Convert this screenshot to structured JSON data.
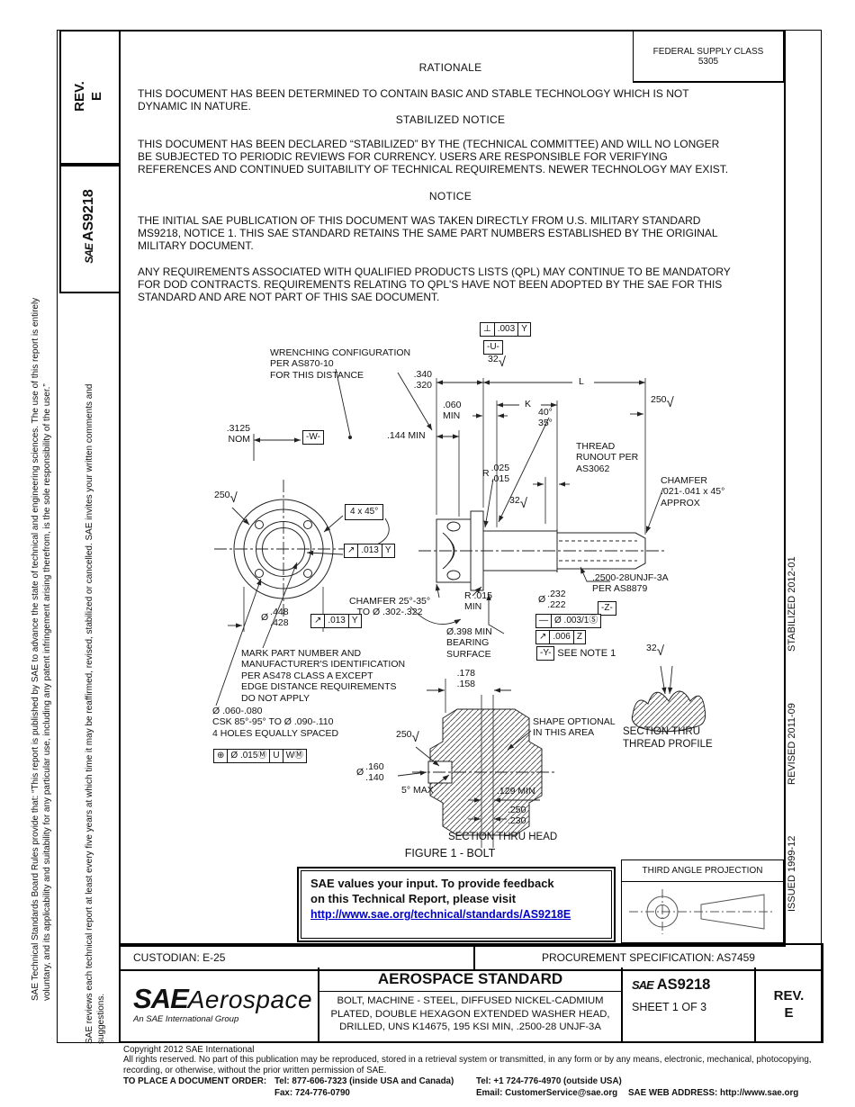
{
  "tabs": {
    "rev": "REV.\nE",
    "doc_logo": "SAE",
    "doc_number": "AS9218"
  },
  "federal_supply": {
    "title": "FEDERAL SUPPLY CLASS",
    "value": "5305"
  },
  "left_margin": {
    "para1": "SAE Technical Standards Board Rules provide that: “This report is published by SAE to advance the state of technical and engineering sciences. The use of this report is entirely\nvoluntary, and its applicability and suitability for any particular use, including any patent infringement arising therefrom, is the sole responsibility of the user.”",
    "para2": "SAE reviews each technical report at least every five years at which time it may be reaffirmed, revised, stabilized or cancelled. SAE invites your written comments and\nsuggestions."
  },
  "right_margin": {
    "stabilized": "STABILIZED 2012-01",
    "revised": "REVISED 2011-09",
    "issued": "ISSUED 1999-12"
  },
  "sections": {
    "rationale_heading": "RATIONALE",
    "rationale_body": "THIS DOCUMENT HAS BEEN DETERMINED TO CONTAIN BASIC AND STABLE TECHNOLOGY WHICH IS NOT\nDYNAMIC IN NATURE.",
    "stabilized_heading": "STABILIZED NOTICE",
    "stabilized_body": "THIS DOCUMENT HAS BEEN DECLARED “STABILIZED” BY THE (TECHNICAL COMMITTEE) AND WILL NO LONGER\nBE SUBJECTED TO PERIODIC REVIEWS FOR CURRENCY.  USERS ARE RESPONSIBLE FOR VERIFYING\nREFERENCES AND CONTINUED SUITABILITY OF TECHNICAL REQUIREMENTS.  NEWER TECHNOLOGY MAY EXIST.",
    "notice_heading": "NOTICE",
    "notice_body1": "THE INITIAL SAE PUBLICATION OF THIS DOCUMENT WAS TAKEN DIRECTLY FROM U.S. MILITARY STANDARD\nMS9218, NOTICE 1.  THIS SAE STANDARD RETAINS THE SAME PART NUMBERS ESTABLISHED BY THE ORIGINAL\nMILITARY DOCUMENT.",
    "notice_body2": "ANY REQUIREMENTS ASSOCIATED WITH QUALIFIED PRODUCTS LISTS (QPL) MAY CONTINUE TO BE MANDATORY\nFOR DOD CONTRACTS.  REQUIREMENTS RELATING TO QPL'S HAVE NOT BEEN ADOPTED BY THE SAE FOR THIS\nSTANDARD AND ARE NOT PART OF THIS SAE DOCUMENT."
  },
  "figure": {
    "caption": "FIGURE 1 - BOLT",
    "labels": {
      "wrenching": "WRENCHING CONFIGURATION\nPER AS870-10\nFOR THIS DISTANCE",
      "dim_340_320": ".340\n.320",
      "fcf_perp": {
        "sym": "⊥",
        "val": ".003",
        "datum": "Y"
      },
      "datum_u": "-U-",
      "sf_32": "32",
      "sf_250": "250",
      "dim_l": "L",
      "dim_060": ".060\nMIN",
      "dim_k": "K",
      "angle_40_35": "40°\n35°",
      "dim_144": ".144 MIN",
      "thread_runout": "THREAD\nRUNOUT PER\nAS3062",
      "r_head": {
        "sym": "R",
        "vals": ".025\n.015"
      },
      "chamfer_right": "CHAMFER\n.021-.041 x 45°\nAPPROX",
      "dim_3125": ".3125\nNOM",
      "datum_w": "-W-",
      "chamfer_4x45": "4 x 45°",
      "fcf_runout_small": {
        "sym": "↗",
        "val": ".013",
        "datum": "Y"
      },
      "dia_448": {
        "sym": "Ø",
        "vals": ".448\n.428"
      },
      "mark_note": "MARK PART NUMBER AND\nMANUFACTURER'S IDENTIFICATION\nPER AS478 CLASS A EXCEPT\nEDGE DISTANCE REQUIREMENTS\nDO NOT APPLY",
      "csk_note": "Ø .060-.080\nCSK 85°-95° TO Ø .090-.110\n4 HOLES EQUALLY SPACED",
      "fcf_position": {
        "sym": "⊕",
        "val": "Ø .015Ⓜ",
        "d1": "U",
        "d2": "WⓂ"
      },
      "chamfer_25_35": "CHAMFER 25°-35°\nTO Ø .302-.322",
      "r_015_min": "R .015\nMIN",
      "bearing": "Ø.398 MIN\nBEARING\nSURFACE",
      "thread_callout": ".2500-28UNJF-3A\nPER AS8879",
      "datum_z": "-Z-",
      "dia_232": {
        "sym": "Ø",
        "vals": ".232\n.222"
      },
      "fcf_straight": {
        "sym": "—",
        "val": "Ø .003/1Ⓢ"
      },
      "fcf_runout_006": {
        "sym": "↗",
        "val": ".006",
        "datum": "Z"
      },
      "datum_y": "-Y-",
      "see_note": "SEE NOTE 1",
      "dim_178": ".178\n.158",
      "shape_optional": "SHAPE OPTIONAL\nIN THIS AREA",
      "dia_160": {
        "sym": "Ø",
        "vals": ".160\n.140"
      },
      "deg_5_max": "5° MAX",
      "dim_129": ".129 MIN",
      "dim_250_230": ".250\n.230",
      "section_head": "SECTION THRU HEAD",
      "section_thread": "SECTION THRU\nTHREAD PROFILE"
    }
  },
  "feedback": {
    "line1": "SAE values your input. To provide feedback",
    "line2": "on this Technical Report, please visit",
    "link": "http://www.sae.org/technical/standards/AS9218E"
  },
  "projection": {
    "label": "THIRD ANGLE PROJECTION"
  },
  "info_row": {
    "custodian": "CUSTODIAN: E-25",
    "procurement": "PROCUREMENT SPECIFICATION: AS7459"
  },
  "title_block": {
    "logo_main": "SAE",
    "logo_suffix": "Aerospace",
    "logo_tagline": "An SAE International Group",
    "heading": "AEROSPACE STANDARD",
    "description": "BOLT, MACHINE - STEEL, DIFFUSED NICKEL-CADMIUM\nPLATED, DOUBLE HEXAGON EXTENDED WASHER HEAD,\nDRILLED, UNS K14675, 195 KSI MIN, .2500-28 UNJF-3A",
    "doc_logo": "SAE",
    "doc_number": "AS9218",
    "sheet": "SHEET 1 OF 3",
    "rev": "REV.\nE"
  },
  "footer": {
    "copyright": "Copyright 2012 SAE International",
    "rights": "All rights reserved. No part of this publication may be reproduced, stored in a retrieval system or transmitted, in any form or by any means, electronic, mechanical, photocopying,\nrecording, or otherwise, without the prior written permission of SAE.",
    "order_label": "TO PLACE A DOCUMENT ORDER:",
    "tel1": "Tel: 877-606-7323 (inside USA and Canada)",
    "fax": "Fax: 724-776-0790",
    "tel2": "Tel: +1 724-776-4970 (outside USA)",
    "email": "Email: CustomerService@sae.org",
    "web": "SAE WEB ADDRESS: http://www.sae.org"
  }
}
